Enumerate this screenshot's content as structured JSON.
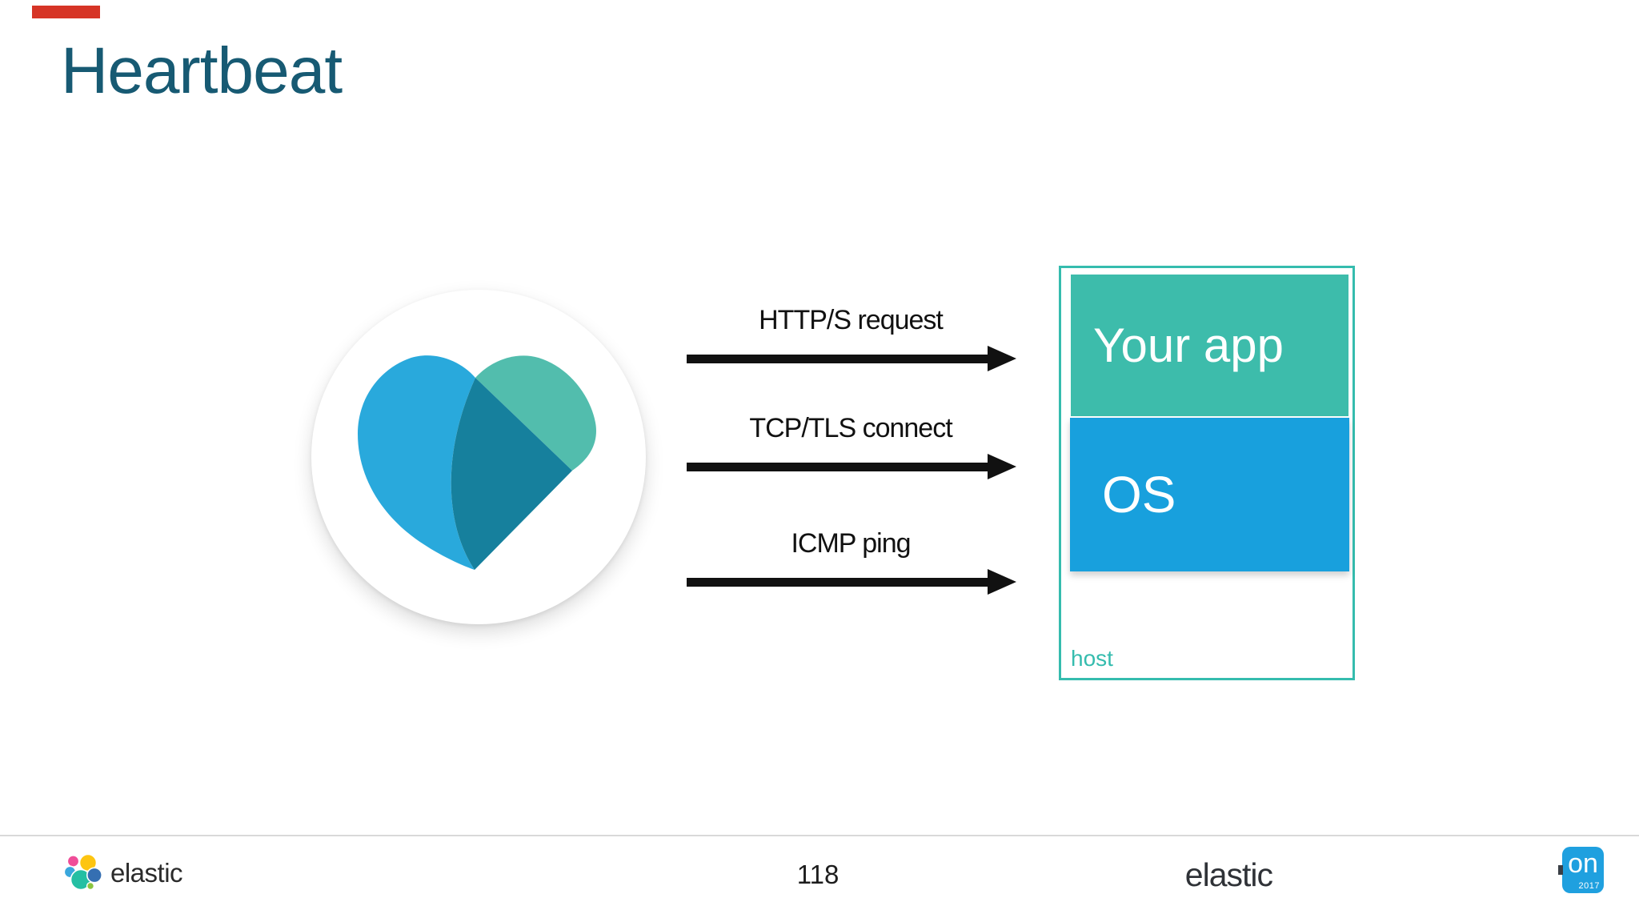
{
  "title": "Heartbeat",
  "arrows": [
    {
      "label": "HTTP/S request"
    },
    {
      "label": "TCP/TLS connect"
    },
    {
      "label": "ICMP ping"
    }
  ],
  "host": {
    "app": "Your app",
    "os": "OS",
    "label": "host"
  },
  "footer": {
    "brand": "elastic",
    "page": "118",
    "conf_brand": "elastic",
    "conf_on": "on",
    "conf_year": "2017"
  },
  "colors": {
    "title_text": "#175a73",
    "red_marker": "#d63426",
    "heart_blue": "#29a9dc",
    "heart_green": "#52bdad",
    "heart_overlap": "#16809d",
    "host_border": "#35bcae",
    "your_app_fill": "#3dbcab",
    "os_fill": "#18a0dd",
    "arrow_black": "#111111",
    "conf_badge_blue": "#1fa0df"
  }
}
